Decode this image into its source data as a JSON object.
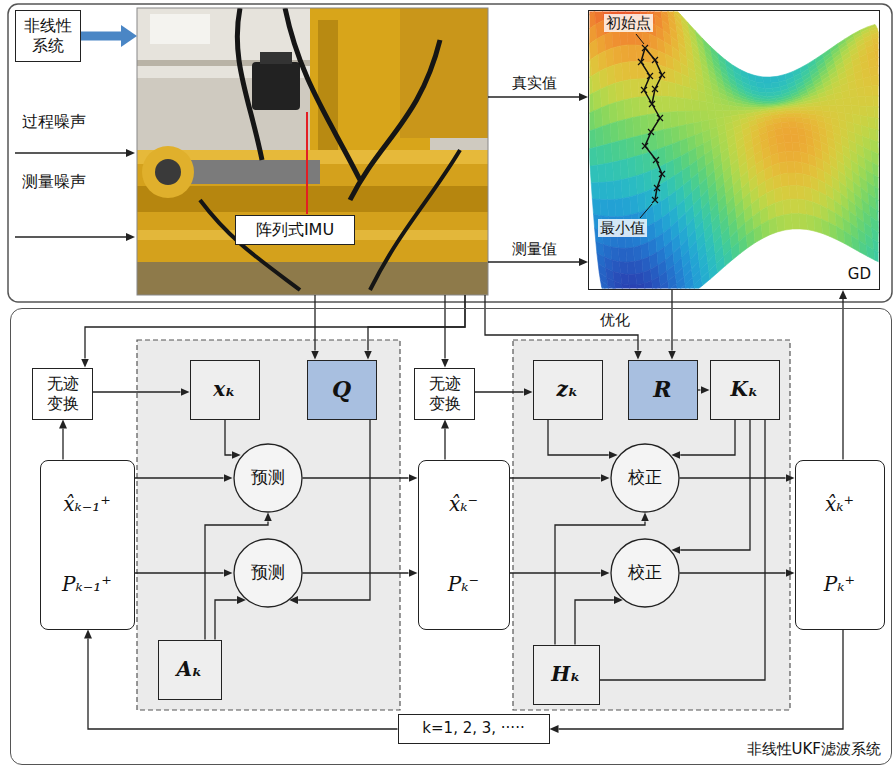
{
  "diagram": {
    "nodes": [
      {
        "text": [
          "非线性 系统"
        ]
      },
      {
        "text": [
          "阵列式IMU"
        ]
      },
      {
        "text": [
          "GD"
        ]
      },
      {
        "text": [
          "非线性UKF滤波系统"
        ]
      },
      {
        "text": [
          "无迹 变换"
        ],
        "in": 3
      },
      {
        "text": [
          "xₖ"
        ],
        "in": 3
      },
      {
        "text": [
          "Q"
        ],
        "in": 3
      },
      {
        "text": [
          "无迹 变换"
        ],
        "in": 3
      },
      {
        "text": [
          "zₖ"
        ],
        "in": 3
      },
      {
        "text": [
          "R"
        ],
        "in": 3
      },
      {
        "text": [
          "Kₖ"
        ],
        "in": 3
      },
      {
        "text": [
          "x̂ₖ₋₁⁺",
          "Pₖ₋₁⁺"
        ],
        "in": 3
      },
      {
        "text": [
          "预测"
        ],
        "in": 3
      },
      {
        "text": [
          "预测"
        ],
        "in": 3
      },
      {
        "text": [
          "x̂ₖ⁻",
          "Pₖ⁻"
        ],
        "in": 3
      },
      {
        "text": [
          "校正"
        ],
        "in": 3
      },
      {
        "text": [
          "校正"
        ],
        "in": 3
      },
      {
        "text": [
          "x̂ₖ⁺",
          "Pₖ⁺"
        ],
        "in": 3
      },
      {
        "text": [
          "Aₖ"
        ],
        "in": 3
      },
      {
        "text": [
          "Hₖ"
        ],
        "in": 3
      },
      {
        "text": [
          "k=1, 2, 3, ·····"
        ],
        "in": 3
      }
    ],
    "edges": [
      {
        "from": 0,
        "to": 1,
        "arrow": "to"
      },
      {
        "from": 1,
        "to": 2,
        "label": "真实值",
        "arrow": "to"
      },
      {
        "from": 1,
        "to": 2,
        "label": "测量值",
        "arrow": "to"
      },
      {
        "from": 1,
        "to": 6,
        "arrow": "to"
      },
      {
        "from": 1,
        "to": 4,
        "arrow": "to"
      },
      {
        "from": 1,
        "to": 6,
        "arrow": "to"
      },
      {
        "from": 1,
        "to": 7,
        "arrow": "to"
      },
      {
        "from": 1,
        "to": 9,
        "arrow": "to"
      },
      {
        "from": 2,
        "to": 9,
        "label": "优化",
        "arrow": "to"
      },
      {
        "from": 4,
        "to": 5,
        "arrow": "to"
      },
      {
        "from": 11,
        "to": 4,
        "arrow": "to"
      },
      {
        "from": 11,
        "to": 12,
        "arrow": "to"
      },
      {
        "from": 11,
        "to": 13,
        "arrow": "to"
      },
      {
        "from": 5,
        "to": 12,
        "arrow": "to"
      },
      {
        "from": 18,
        "to": 12,
        "arrow": "to"
      },
      {
        "from": 18,
        "to": 13,
        "arrow": "to"
      },
      {
        "from": 6,
        "to": 13,
        "arrow": "to"
      },
      {
        "from": 12,
        "to": 14,
        "arrow": "to"
      },
      {
        "from": 13,
        "to": 14,
        "arrow": "to"
      },
      {
        "from": 14,
        "to": 7,
        "arrow": "to"
      },
      {
        "from": 7,
        "to": 8,
        "arrow": "to"
      },
      {
        "from": 8,
        "to": 15,
        "arrow": "to"
      },
      {
        "from": 9,
        "to": 10,
        "arrow": "to"
      },
      {
        "from": 14,
        "to": 15,
        "arrow": "to"
      },
      {
        "from": 14,
        "to": 16,
        "arrow": "to"
      },
      {
        "from": 10,
        "to": 15,
        "arrow": "to"
      },
      {
        "from": 10,
        "to": 16,
        "arrow": "to"
      },
      {
        "from": 10,
        "to": 19,
        "arrow": "none"
      },
      {
        "from": 19,
        "to": 15,
        "arrow": "to"
      },
      {
        "from": 19,
        "to": 16,
        "arrow": "to"
      },
      {
        "from": 15,
        "to": 17,
        "arrow": "to"
      },
      {
        "from": 16,
        "to": 17,
        "arrow": "to"
      },
      {
        "from": 17,
        "to": 2,
        "arrow": "to"
      },
      {
        "from": 17,
        "to": 20,
        "arrow": "to"
      },
      {
        "from": 20,
        "to": 11,
        "arrow": "to"
      }
    ],
    "labels": [
      "过程噪声",
      "测量噪声",
      "初始点",
      "最小值"
    ]
  }
}
